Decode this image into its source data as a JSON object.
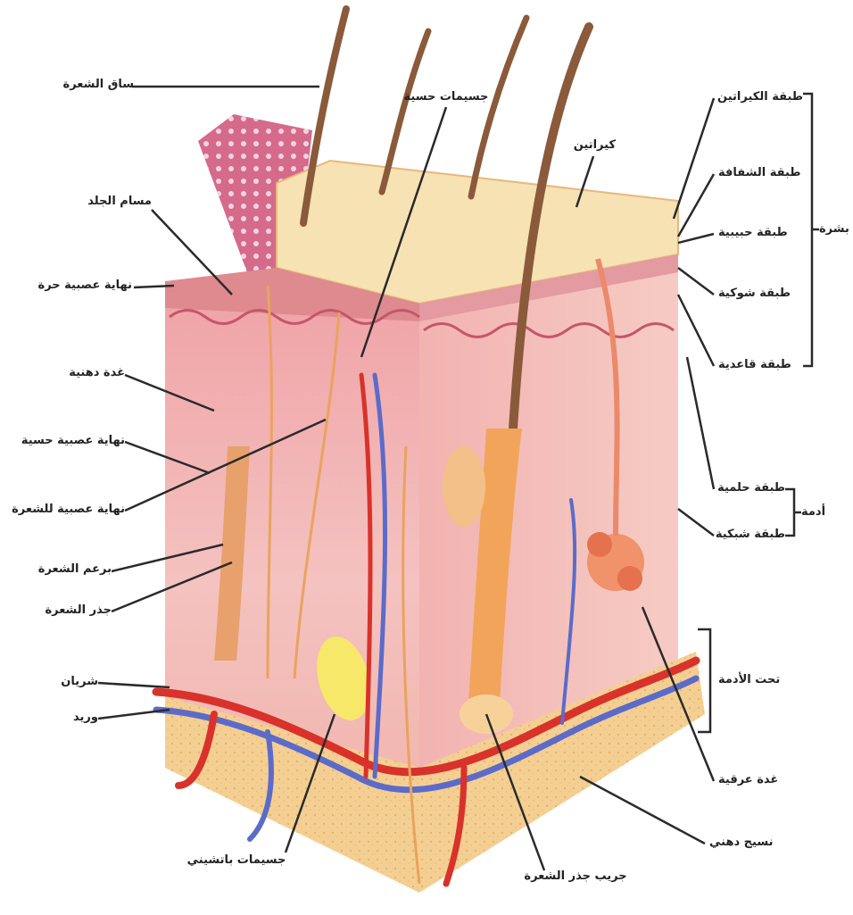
{
  "diagram": {
    "colors": {
      "epidermis_top": "#f6e2b3",
      "epidermis_edge": "#e8b77c",
      "dermis": "#f1b8b6",
      "dermis_dark": "#e38f8f",
      "hypodermis": "#f4cf93",
      "artery": "#d8322b",
      "vein": "#5c6bc9",
      "hair": "#8a5a3a",
      "gland": "#f3c08a",
      "fat": "#f7e86a"
    },
    "labels_left": [
      {
        "id": "hair-shaft",
        "text": "ساق الشعرة"
      },
      {
        "id": "skin-pore",
        "text": "مسام الجلد"
      },
      {
        "id": "free-nerve-ending",
        "text": "نهاية عصبية حرة"
      },
      {
        "id": "sebaceous-gland",
        "text": "غدة دهنية"
      },
      {
        "id": "sensory-nerve-ending",
        "text": "نهاية عصبية حسية"
      },
      {
        "id": "hair-nerve-ending",
        "text": "نهاية عصبية للشعرة"
      },
      {
        "id": "hair-papilla",
        "text": "برعم الشعرة"
      },
      {
        "id": "hair-root",
        "text": "جذر الشعرة"
      },
      {
        "id": "artery",
        "text": "شريان"
      },
      {
        "id": "vein",
        "text": "وريد"
      }
    ],
    "labels_bottom": [
      {
        "id": "pacinian-corpuscle",
        "text": "جسيمات باتشيني"
      },
      {
        "id": "hair-follicle",
        "text": "جريب جذر الشعرة"
      }
    ],
    "labels_top": [
      {
        "id": "sensory-corpuscle-top",
        "text": "جسيمات حسية"
      },
      {
        "id": "keratin",
        "text": "كيراتين"
      }
    ],
    "labels_right": [
      {
        "id": "corneum",
        "text": "طبقة الكيراتين"
      },
      {
        "id": "lucidum",
        "text": "طبقة الشفافة"
      },
      {
        "id": "granulosum",
        "text": "طبقة حبيبية"
      },
      {
        "id": "spinosum",
        "text": "طبقة شوكية"
      },
      {
        "id": "basale",
        "text": "طبقة قاعدية"
      },
      {
        "id": "papillary",
        "text": "طبقة حلمية"
      },
      {
        "id": "reticular",
        "text": "طبقة شبكية"
      },
      {
        "id": "hypodermis-label",
        "text": "تحت الأدمة"
      },
      {
        "id": "sweat-gland",
        "text": "غدة عرقية"
      },
      {
        "id": "fat-tissue",
        "text": "نسيج دهني"
      }
    ],
    "groups": {
      "epidermis": "بشرة",
      "dermis": "أدمة"
    }
  }
}
